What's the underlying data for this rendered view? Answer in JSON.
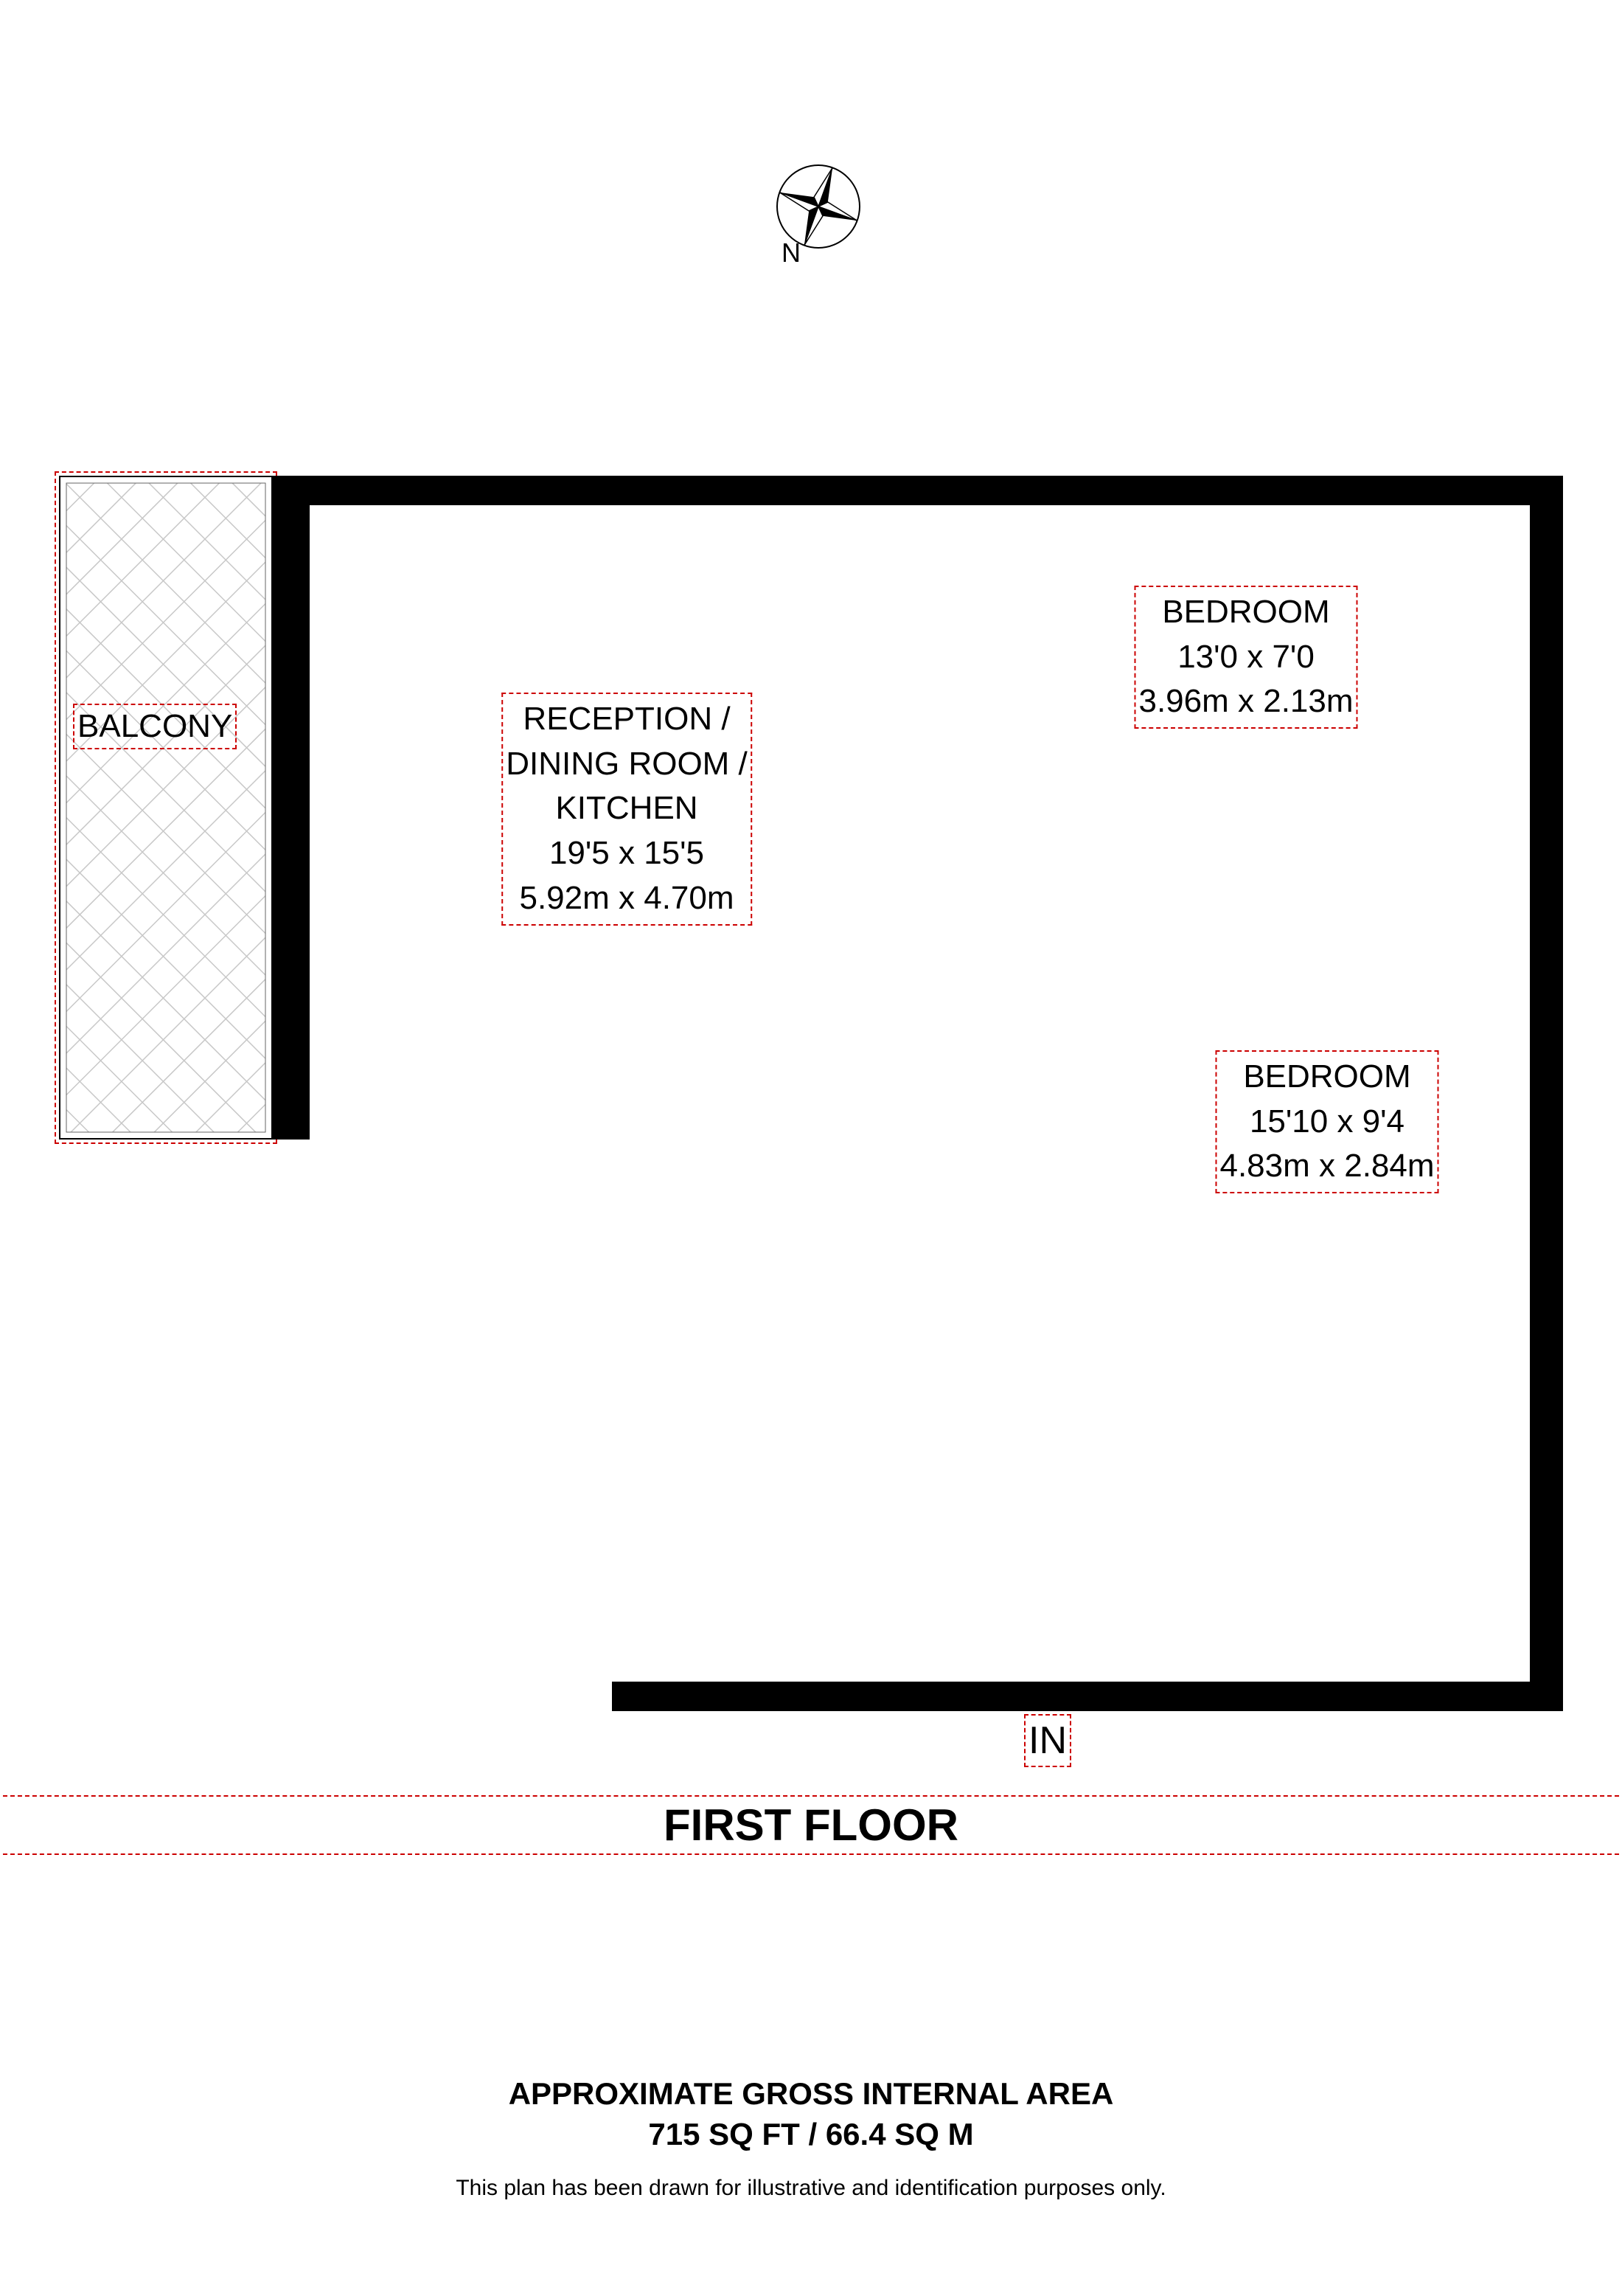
{
  "floor": {
    "name": "FIRST FLOOR"
  },
  "compass": {
    "label": "N",
    "icon": "compass-rose-icon"
  },
  "entrance": {
    "label": "IN"
  },
  "rooms": [
    {
      "id": "reception",
      "lines": [
        "RECEPTION /",
        "DINING ROOM /",
        "KITCHEN",
        "19'5 x 15'5",
        "5.92m x 4.70m"
      ],
      "verified": false
    },
    {
      "id": "bedroom-1",
      "lines": [
        "BEDROOM",
        "13'0 x 7'0",
        "3.96m x 2.13m"
      ],
      "verified": false
    },
    {
      "id": "bedroom-2",
      "lines": [
        "BEDROOM",
        "15'10 x 9'4",
        "4.83m x 2.84m"
      ],
      "verified": false
    },
    {
      "id": "balcony",
      "lines": [
        "BALCONY"
      ],
      "verified": false
    }
  ],
  "footer": {
    "heading": "APPROXIMATE GROSS INTERNAL AREA",
    "area": "715 SQ FT / 66.4 SQ M",
    "disclaimer": "This plan has been drawn for illustrative and identification purposes only."
  }
}
